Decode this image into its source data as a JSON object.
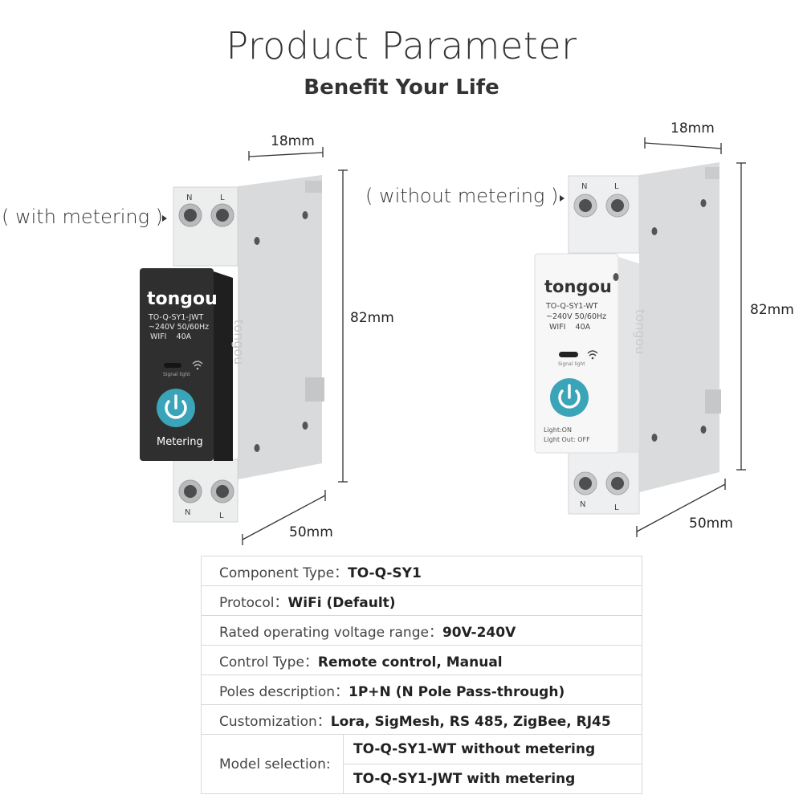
{
  "header": {
    "title": "Product Parameter",
    "subtitle": "Benefit Your Life"
  },
  "left_device": {
    "variant_label": "( with metering )",
    "brand": "tongou",
    "model_line": "TO-Q-SY1-JWT",
    "voltage_line": "~240V 50/60Hz",
    "wifi_line": "WIFI    40A",
    "signal_label": "Signal light",
    "button_label": "Metering",
    "side_brand": "tongou",
    "terminal_n": "N",
    "terminal_l": "L",
    "width_dim": "18mm",
    "height_dim": "82mm",
    "depth_dim": "50mm",
    "body_color": "#2f2f2f",
    "accent_color": "#3aa4b8"
  },
  "right_device": {
    "variant_label": "( without metering )",
    "brand": "tongou",
    "model_line": "TO-Q-SY1-WT",
    "voltage_line": "~240V 50/60Hz",
    "wifi_line": "WIFI    40A",
    "signal_label": "Signal light",
    "light_on": "Light:ON",
    "light_off": "Light Out: OFF",
    "side_brand": "tongou",
    "terminal_n": "N",
    "terminal_l": "L",
    "width_dim": "18mm",
    "height_dim": "82mm",
    "depth_dim": "50mm",
    "body_color": "#f4f4f4",
    "accent_color": "#3aa4b8"
  },
  "params": {
    "rows": [
      {
        "label": "Component Type：",
        "value": "TO-Q-SY1"
      },
      {
        "label": "Protocol：",
        "value": "WiFi (Default)"
      },
      {
        "label": "Rated operating voltage range：",
        "value": "90V-240V"
      },
      {
        "label": "Control Type：",
        "value": "Remote control, Manual"
      },
      {
        "label": "Poles description：",
        "value": "1P+N (N Pole Pass-through)"
      },
      {
        "label": "Customization：",
        "value": "Lora, SigMesh, RS 485, ZigBee, RJ45"
      }
    ],
    "model_selection_label": "Model selection:",
    "model_options": [
      "TO-Q-SY1-WT without metering",
      "TO-Q-SY1-JWT with metering"
    ]
  }
}
